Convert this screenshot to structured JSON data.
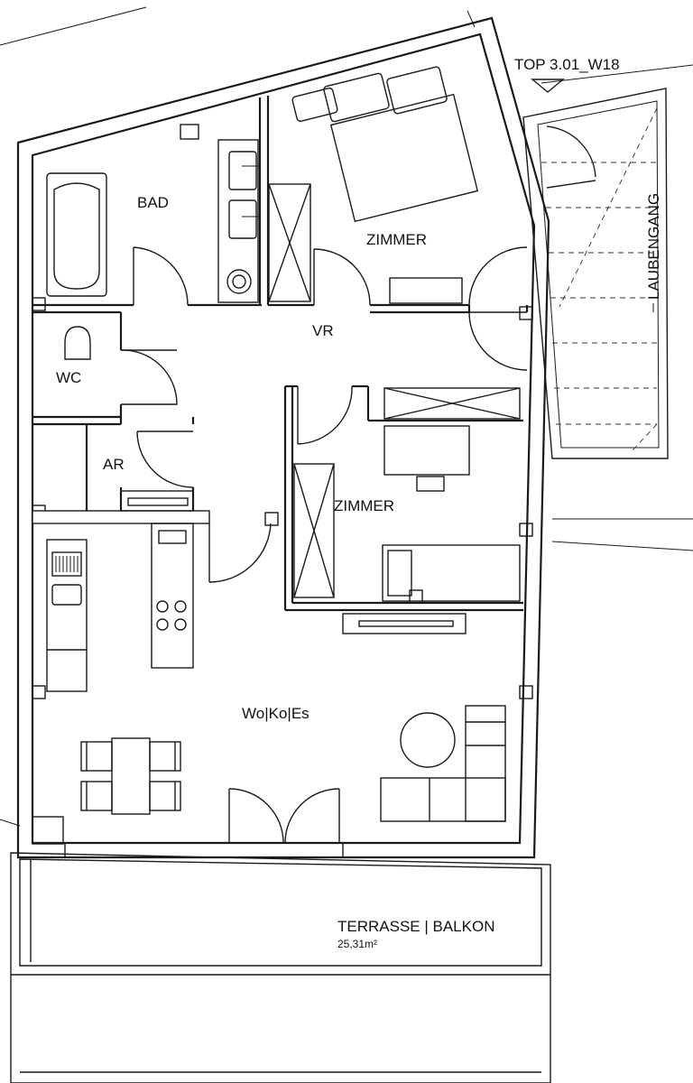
{
  "unit": {
    "code": "TOP 3.01_W18"
  },
  "rooms": {
    "bad": "BAD",
    "zimmer_top": "ZIMMER",
    "vr": "VR",
    "wc": "WC",
    "ar": "AR",
    "zimmer_mid": "ZIMMER",
    "wokoes": "Wo|Ko|Es",
    "terrasse": "TERRASSE | BALKON",
    "terrasse_area": "25,31m²",
    "laubengang": "LAUBENGANG"
  }
}
